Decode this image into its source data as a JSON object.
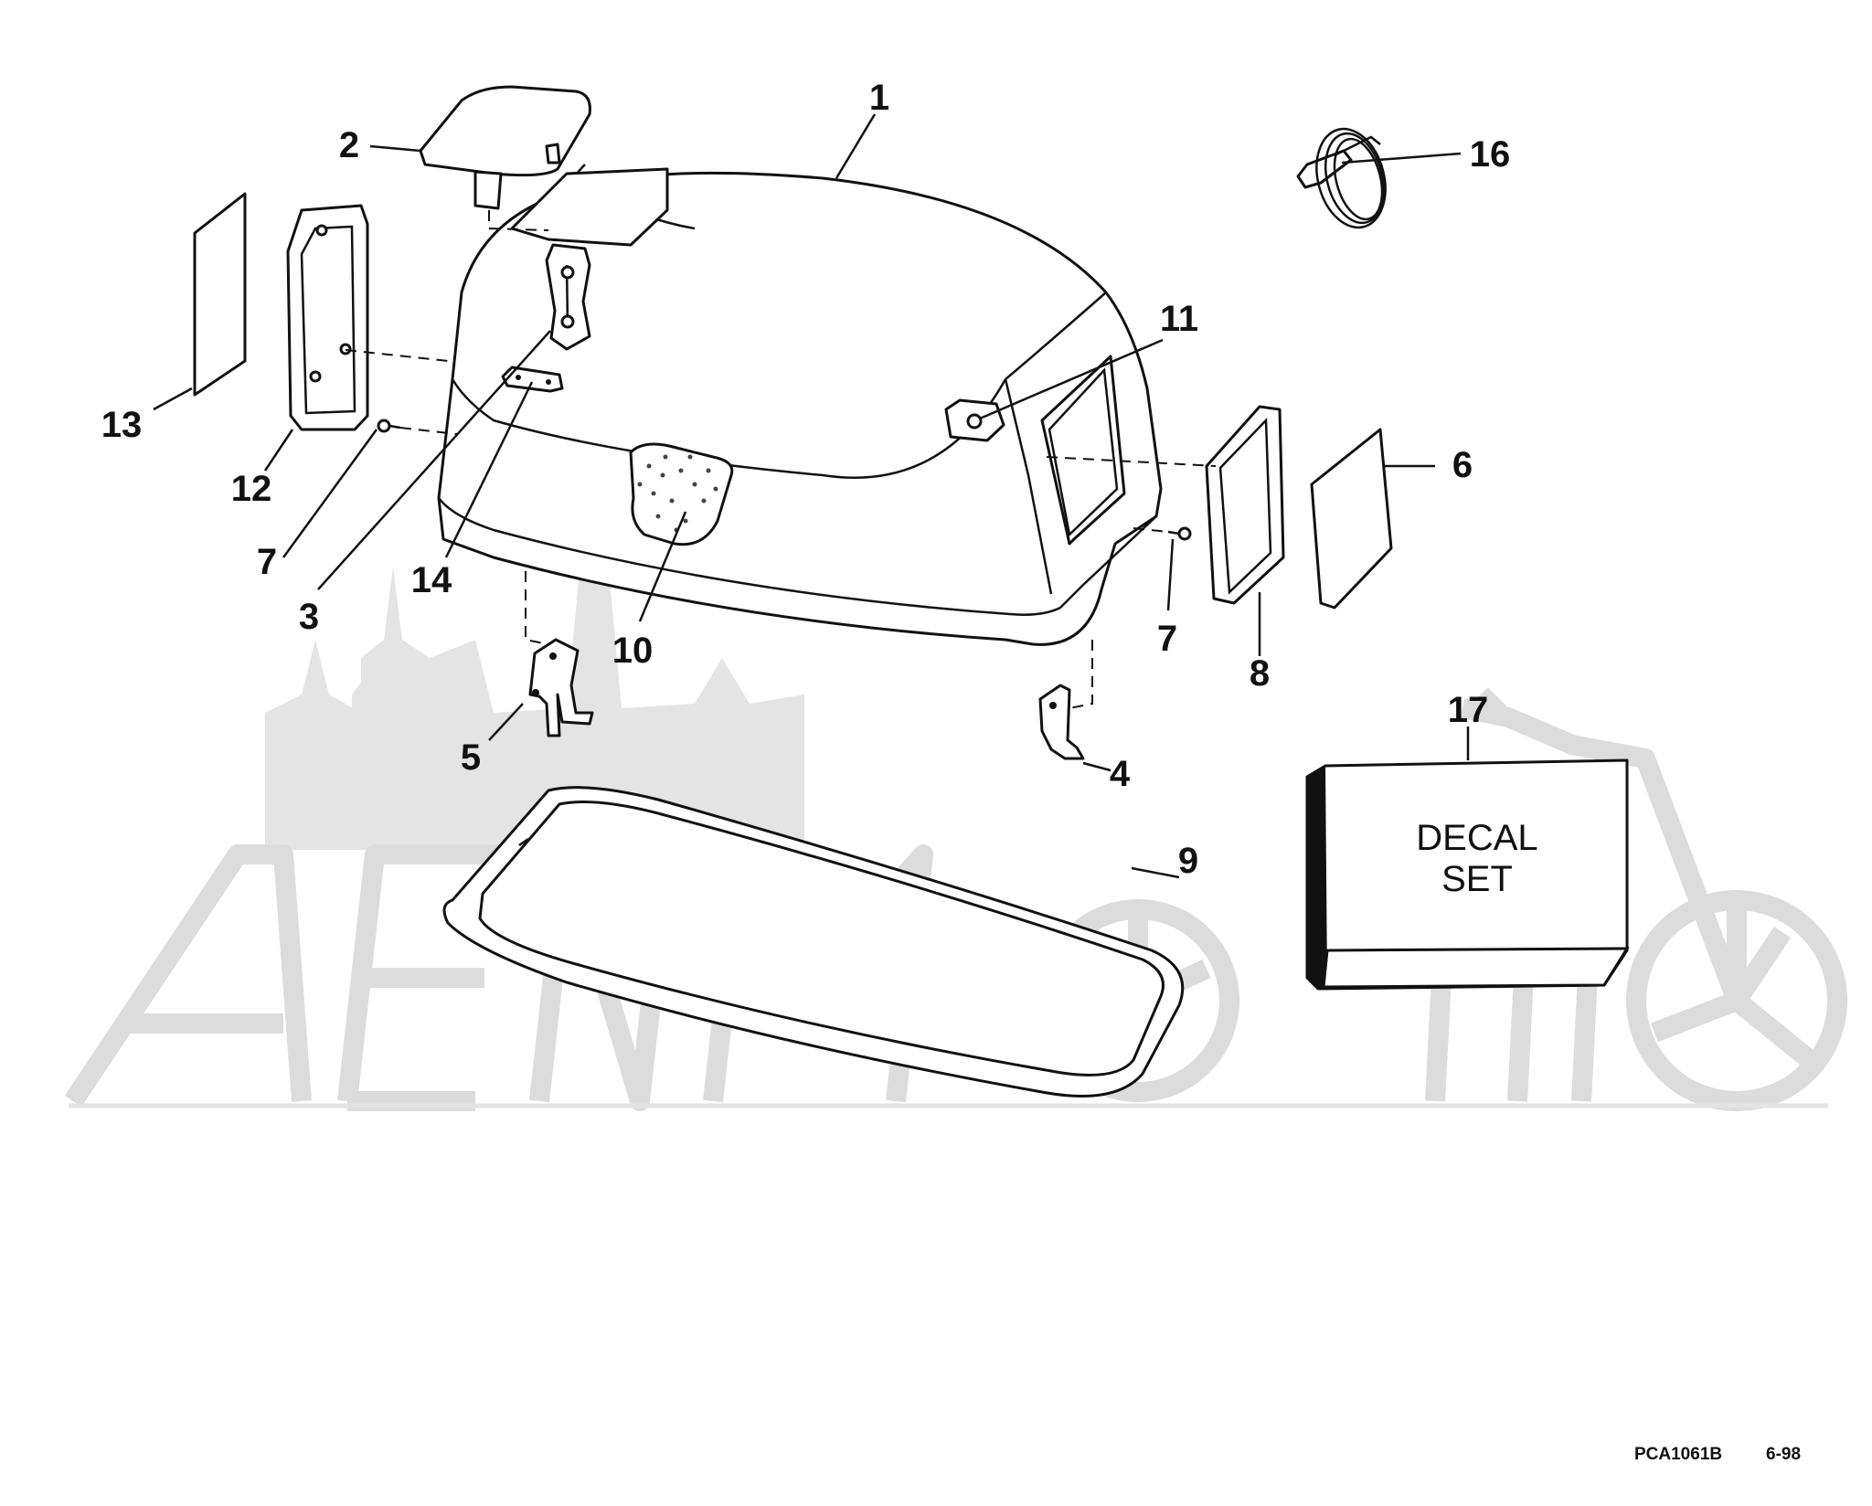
{
  "callouts": {
    "c1": "1",
    "c2": "2",
    "c3": "3",
    "c4": "4",
    "c5": "5",
    "c6": "6",
    "c7a": "7",
    "c7b": "7",
    "c8": "8",
    "c9": "9",
    "c10": "10",
    "c11": "11",
    "c12": "12",
    "c13": "13",
    "c14": "14",
    "c16": "16",
    "c17": "17"
  },
  "decal_box": {
    "line1": "DECAL",
    "line2": "SET"
  },
  "footer": {
    "code": "PCA1061B",
    "date": "6-98"
  },
  "watermark": {
    "text": "AeimMoto"
  }
}
